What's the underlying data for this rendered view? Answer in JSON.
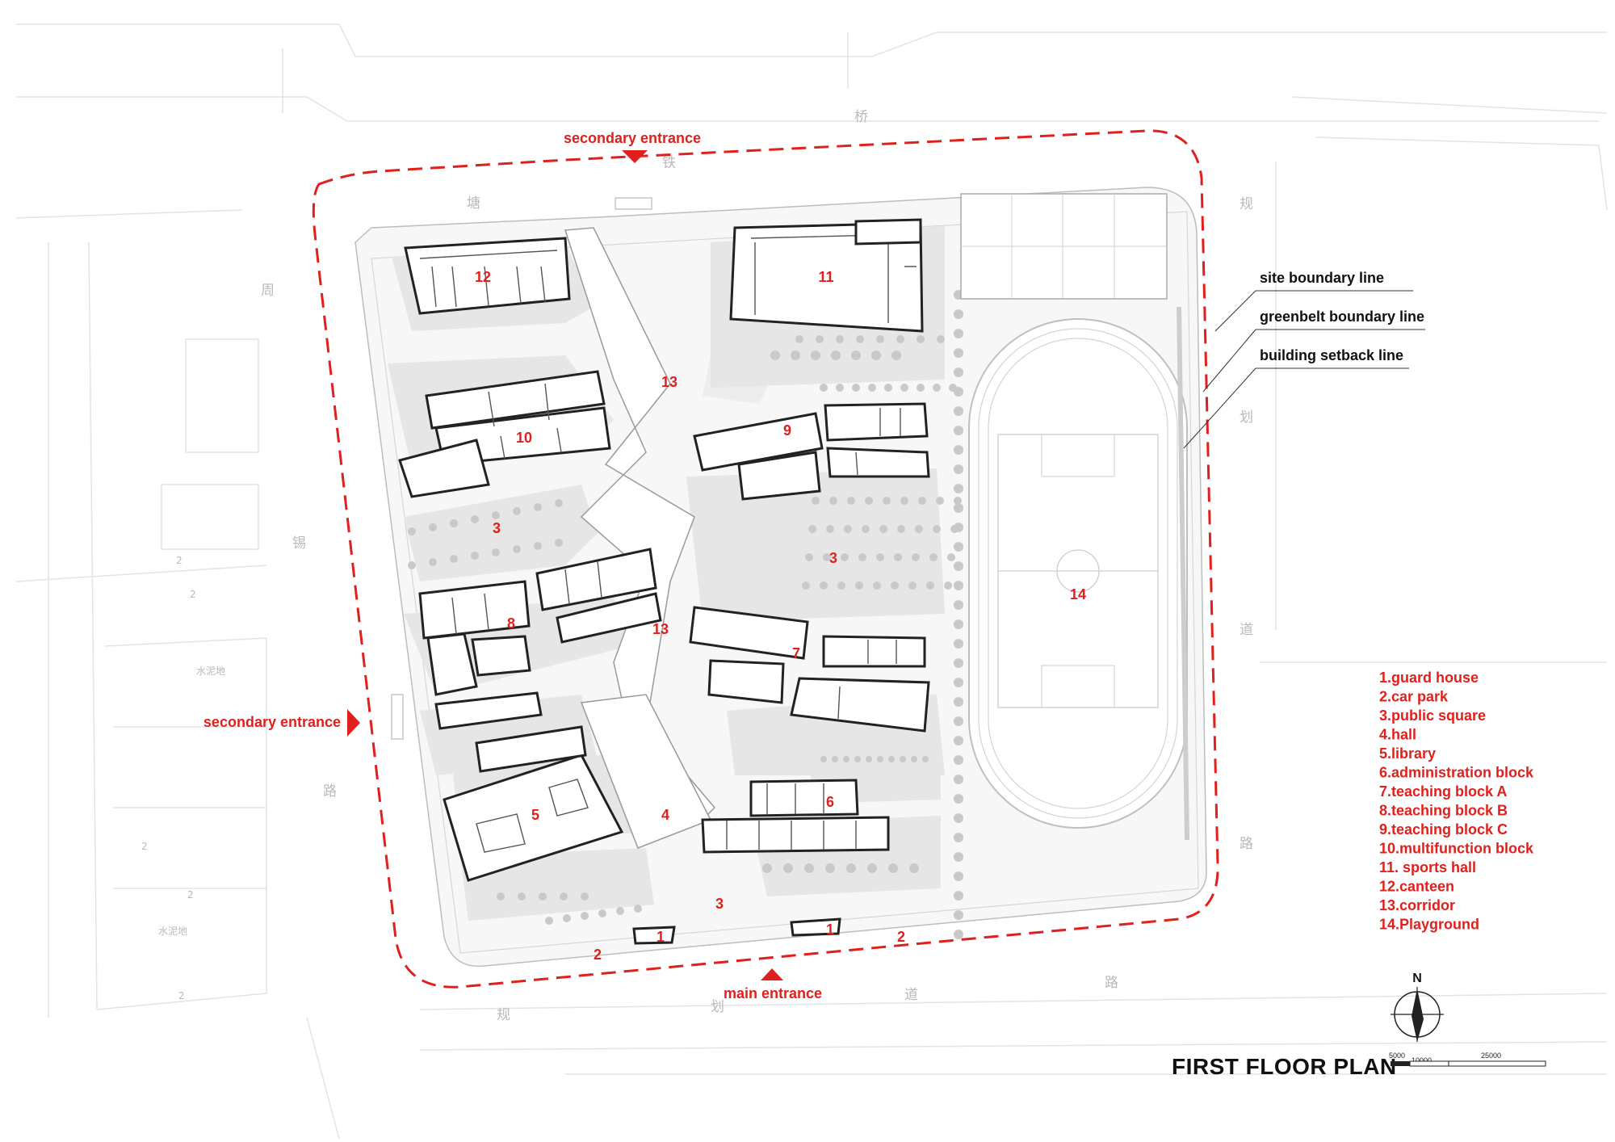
{
  "title": "FIRST FLOOR PLAN",
  "entrances": {
    "secondary_top": "secondary entrance",
    "secondary_left": "secondary entrance",
    "main": "main entrance"
  },
  "boundary_labels": {
    "site": "site boundary line",
    "greenbelt": "greenbelt boundary line",
    "setback": "building setback line"
  },
  "legend": [
    "1.guard house",
    "2.car park",
    "3.public square",
    "4.hall",
    "5.library",
    "6.administration block",
    "7.teaching block A",
    "8.teaching block B",
    "9.teaching block C",
    "10.multifunction block",
    "11. sports hall",
    "12.canteen",
    "13.corridor",
    "14.Playground"
  ],
  "plan_numbers": {
    "n12": "12",
    "n11": "11",
    "n13a": "13",
    "n13b": "13",
    "n10": "10",
    "n9": "9",
    "n3a": "3",
    "n3b": "3",
    "n3c": "3",
    "n8": "8",
    "n7": "7",
    "n14": "14",
    "n5": "5",
    "n4": "4",
    "n6": "6",
    "n1a": "1",
    "n1b": "1",
    "n2a": "2",
    "n2b": "2"
  },
  "road_labels": {
    "top": [
      "塘",
      "铁",
      "桥"
    ],
    "left": [
      "周",
      "锡",
      "路"
    ],
    "right": [
      "规",
      "划",
      "道",
      "路"
    ],
    "bottom": [
      "规",
      "划",
      "道",
      "路"
    ]
  },
  "context_labels": {
    "c1": "水泥地",
    "c2": "水泥地",
    "c3": "2",
    "c4": "2",
    "c5": "2",
    "c6": "2",
    "c7": "2"
  },
  "north": {
    "label": "N"
  },
  "scale_bar": {
    "labels": [
      "5000",
      "10000",
      "25000"
    ]
  },
  "colors": {
    "accent": "#e0201c",
    "building": "#222222",
    "landscape": "#e6e6e6"
  }
}
